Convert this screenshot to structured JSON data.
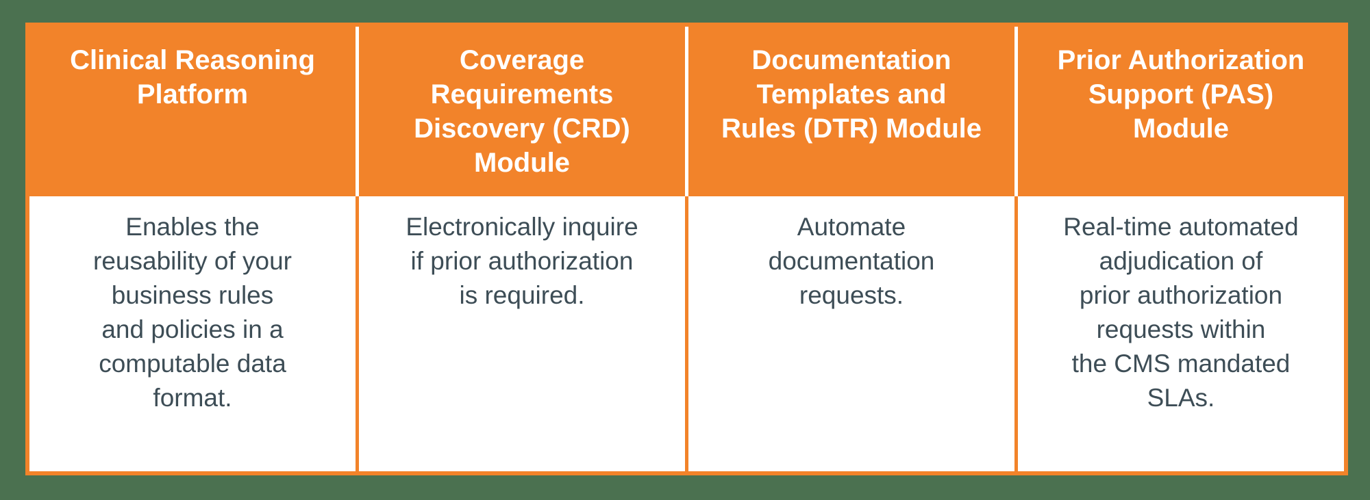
{
  "colors": {
    "background_green": "#4b7150",
    "accent_orange": "#f2832a",
    "header_text": "#ffffff",
    "body_text": "#3d4d56",
    "cell_background": "#ffffff"
  },
  "table": {
    "columns": [
      {
        "header": "Clinical Reasoning\nPlatform",
        "body": "Enables the\nreusability of your\nbusiness rules\nand policies in a\ncomputable data\nformat."
      },
      {
        "header": "Coverage\nRequirements\nDiscovery (CRD)\nModule",
        "body": "Electronically inquire\nif prior authorization\nis required."
      },
      {
        "header": "Documentation\nTemplates and\nRules (DTR) Module",
        "body": "Automate\ndocumentation\nrequests."
      },
      {
        "header": "Prior Authorization\nSupport (PAS)\nModule",
        "body": "Real-time automated\nadjudication of\nprior authorization\nrequests within\nthe CMS mandated\nSLAs."
      }
    ]
  }
}
